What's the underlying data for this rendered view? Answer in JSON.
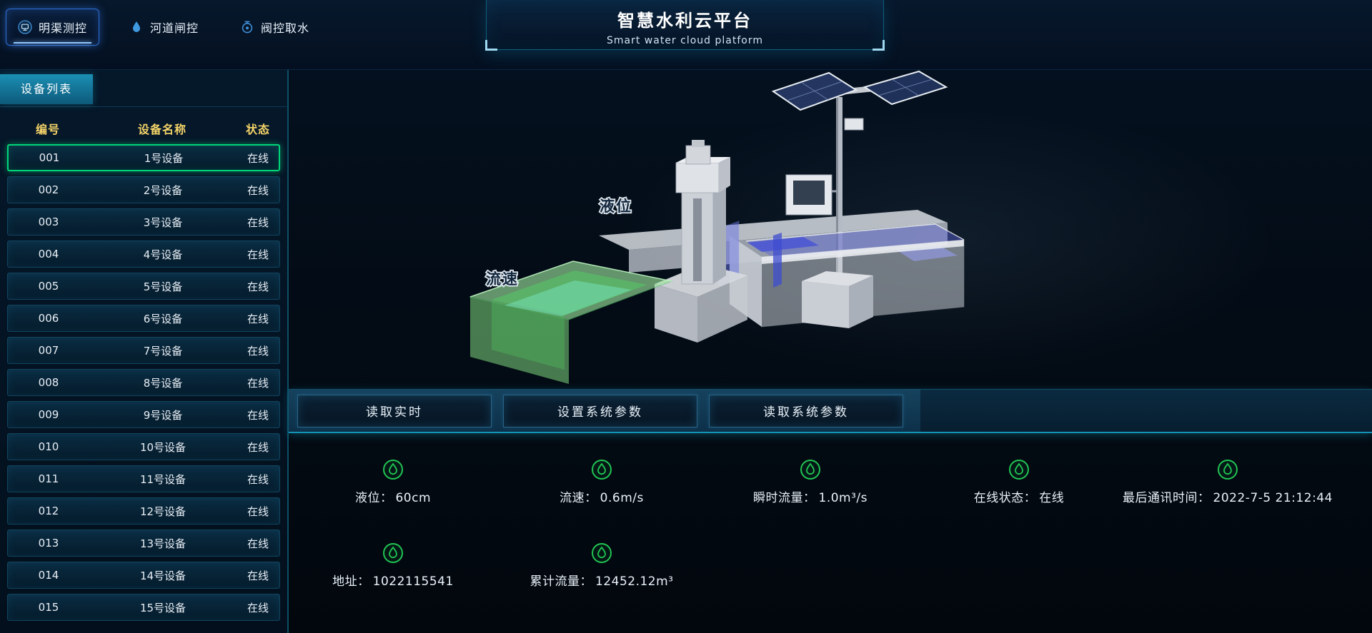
{
  "header": {
    "title": "智慧水利云平台",
    "subtitle": "Smart water cloud platform",
    "tabs": [
      {
        "label": "明渠测控",
        "active": true
      },
      {
        "label": "河道闸控",
        "active": false
      },
      {
        "label": "阀控取水",
        "active": false
      }
    ]
  },
  "sidebar": {
    "tab_label": "设备列表",
    "columns": {
      "id": "编号",
      "name": "设备名称",
      "status": "状态"
    },
    "rows": [
      {
        "id": "001",
        "name": "1号设备",
        "status": "在线",
        "selected": true
      },
      {
        "id": "002",
        "name": "2号设备",
        "status": "在线"
      },
      {
        "id": "003",
        "name": "3号设备",
        "status": "在线"
      },
      {
        "id": "004",
        "name": "4号设备",
        "status": "在线"
      },
      {
        "id": "005",
        "name": "5号设备",
        "status": "在线"
      },
      {
        "id": "006",
        "name": "6号设备",
        "status": "在线"
      },
      {
        "id": "007",
        "name": "7号设备",
        "status": "在线"
      },
      {
        "id": "008",
        "name": "8号设备",
        "status": "在线"
      },
      {
        "id": "009",
        "name": "9号设备",
        "status": "在线"
      },
      {
        "id": "010",
        "name": "10号设备",
        "status": "在线"
      },
      {
        "id": "011",
        "name": "11号设备",
        "status": "在线"
      },
      {
        "id": "012",
        "name": "12号设备",
        "status": "在线"
      },
      {
        "id": "013",
        "name": "13号设备",
        "status": "在线"
      },
      {
        "id": "014",
        "name": "14号设备",
        "status": "在线"
      },
      {
        "id": "015",
        "name": "15号设备",
        "status": "在线"
      }
    ]
  },
  "scene": {
    "label_level": "液位",
    "label_velocity": "流速"
  },
  "toolbar": {
    "buttons": [
      "读取实时",
      "设置系统参数",
      "读取系统参数"
    ]
  },
  "metrics": {
    "row1": [
      {
        "label": "液位：",
        "value": "60cm"
      },
      {
        "label": "流速：",
        "value": "0.6m/s"
      },
      {
        "label": "瞬时流量：",
        "value": "1.0m³/s"
      },
      {
        "label": "在线状态：",
        "value": "在线"
      },
      {
        "label": "最后通讯时间：",
        "value": "2022-7-5 21:12:44"
      }
    ],
    "row2": [
      {
        "label": "地址：",
        "value": "1022115541"
      },
      {
        "label": "累计流量：",
        "value": "12452.12m³"
      }
    ]
  },
  "colors": {
    "accent_teal": "#1493b4",
    "accent_blue": "#2f6fd8",
    "status_green": "#21c453",
    "selected_row_border": "#00d579",
    "table_header_gold": "#f5d469"
  }
}
